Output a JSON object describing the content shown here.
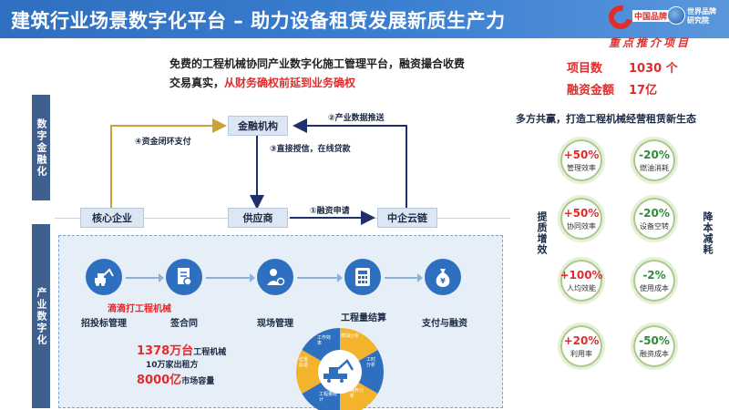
{
  "header": {
    "title": "建筑行业场景数字化平台 – 助力设备租赁发展新质生产力",
    "logo_top_left": "中国品牌",
    "logo_top_right_1": "世界品牌",
    "logo_top_right_2": "研究院",
    "logo_bottom": "重点推介项目"
  },
  "intro": {
    "line1": "免费的工程机械协同产业数字化施工管理平台，融资撮合收费",
    "line2_plain": "交易真实，",
    "line2_red": "从财务确权前延到业务确权"
  },
  "stats": [
    {
      "label": "项目数",
      "value": "1030 个"
    },
    {
      "label": "融资金额",
      "value": "17亿"
    }
  ],
  "side_labels": {
    "digital_finance": "数字金融化",
    "industrial_digital": "产业数字化"
  },
  "flow": {
    "nodes": {
      "core": "核心企业",
      "finance": "金融机构",
      "supplier": "供应商",
      "cloud": "中企云链"
    },
    "labels": {
      "l1": "①融资申请",
      "l2": "②产业数据推送",
      "l3": "③直接授信，在线贷款",
      "l4": "④资金闭环支付"
    }
  },
  "industrial": {
    "steps": [
      {
        "label": "招投标管理",
        "icon": "excavator-icon"
      },
      {
        "label": "签合同",
        "icon": "contract-icon"
      },
      {
        "label": "现场管理",
        "icon": "worker-icon"
      },
      {
        "label": "工程量结算",
        "icon": "calculator-icon"
      },
      {
        "label": "支付与融资",
        "icon": "money-bag-icon"
      }
    ],
    "brand": "滴滴打工程机械",
    "stat1_big": "1378万台",
    "stat1_small": "工程机械",
    "stat2": "10万家出租方",
    "stat3_big": "8000亿",
    "stat3_small": "市场容量",
    "wheel": [
      "燃油分析",
      "工时分析",
      "保养分析",
      "工程量统计",
      "位置轨迹",
      "工作效率"
    ]
  },
  "eco": {
    "title": "多方共赢，打造工程机械经营租赁新生态",
    "left_word": "提质增效",
    "right_word": "降本减耗",
    "items": [
      {
        "value": "+50%",
        "label": "管理效率",
        "color": "#e32b2b"
      },
      {
        "value": "-20%",
        "label": "燃油消耗",
        "color": "#2e8b3a"
      },
      {
        "value": "+50%",
        "label": "协同效率",
        "color": "#e32b2b"
      },
      {
        "value": "-20%",
        "label": "设备空转",
        "color": "#2e8b3a"
      },
      {
        "value": "+100%",
        "label": "人均效能",
        "color": "#e32b2b"
      },
      {
        "value": "-2%",
        "label": "使用成本",
        "color": "#2e8b3a"
      },
      {
        "value": "+20%",
        "label": "利用率",
        "color": "#e32b2b"
      },
      {
        "value": "-50%",
        "label": "融资成本",
        "color": "#2e8b3a"
      }
    ]
  }
}
